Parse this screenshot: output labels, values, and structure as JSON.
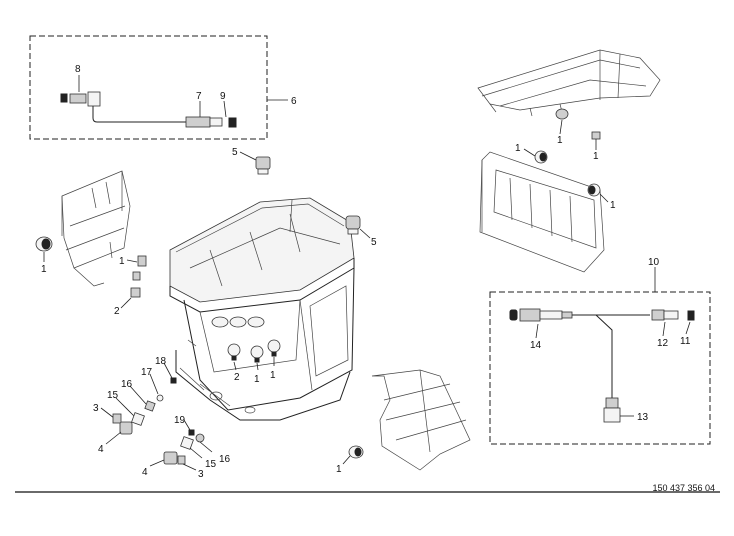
{
  "diagram": {
    "type": "exploded-parts-drawing",
    "part_numbers": {
      "p8": "8",
      "p7": "7",
      "p9": "9",
      "p6": "6",
      "p5a": "5",
      "p5b": "5",
      "p1_bin": "1",
      "p1_tl": "1",
      "p2_tl": "2",
      "p2_c": "2",
      "p1_c1": "1",
      "p1_c2": "1",
      "p18": "18",
      "p17": "17",
      "p16a": "16",
      "p15a": "15",
      "p3a": "3",
      "p4a": "4",
      "p19": "19",
      "p15b": "15",
      "p16b": "16",
      "p4b": "4",
      "p3b": "3",
      "p1_bottom": "1",
      "p1_r1": "1",
      "p1_r2": "1",
      "p1_r3": "1",
      "p1_r4": "1",
      "p10": "10",
      "p14": "14",
      "p12": "12",
      "p11": "11",
      "p13": "13"
    },
    "reference_code": "150 437 356 04"
  }
}
